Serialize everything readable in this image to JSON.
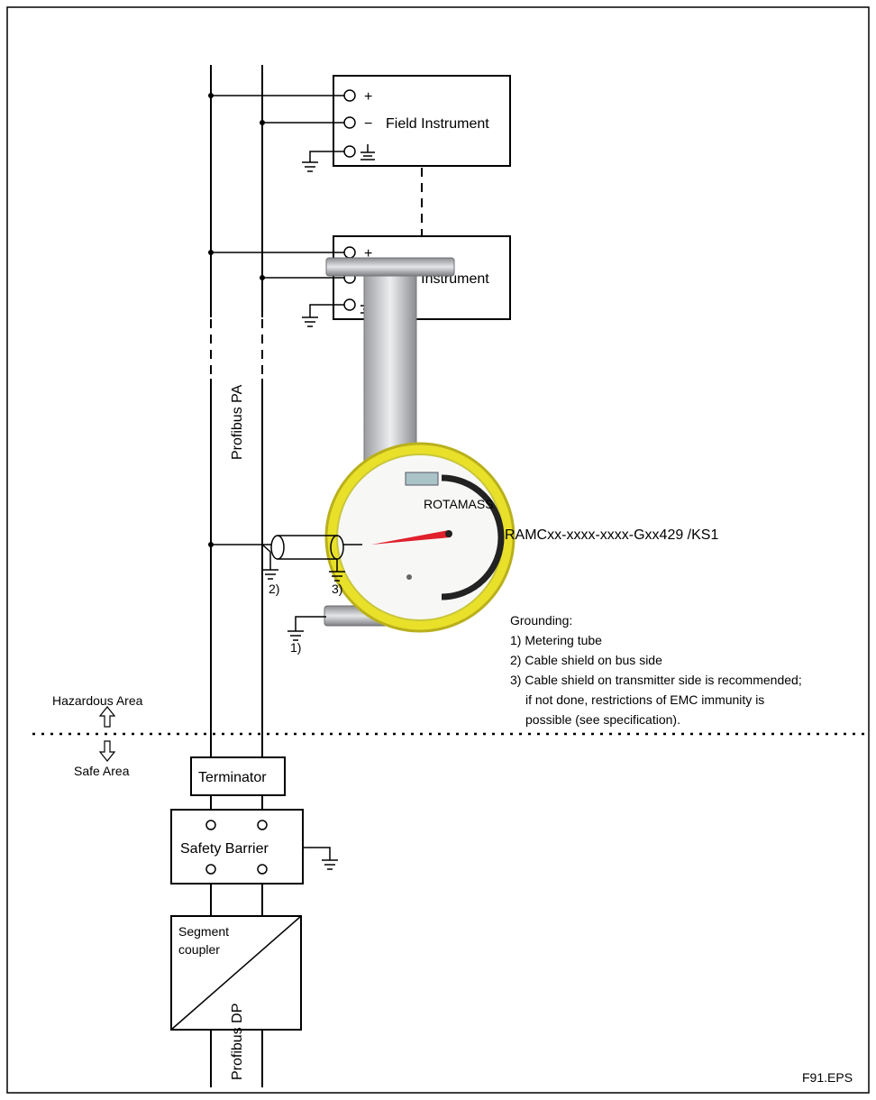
{
  "field_instrument_1": {
    "label": "Field Instrument",
    "plus": "+",
    "minus": "−"
  },
  "field_instrument_2": {
    "label": "Field Instrument",
    "plus": "+",
    "minus": "−"
  },
  "bus_label": "Profibus PA",
  "meter_model": "RAMCxx-xxxx-xxxx-Gxx429 /KS1",
  "ground_markers": {
    "g1": "1)",
    "g2": "2)",
    "g3": "3)"
  },
  "grounding": {
    "title": "Grounding:",
    "item1": "1) Metering tube",
    "item2": "2) Cable shield on bus side",
    "item3_line1": "3) Cable shield on transmitter side is recommended;",
    "item3_line2": "if not done, restrictions of EMC immunity is",
    "item3_line3": "possible (see specification)."
  },
  "hazardous_area": "Hazardous Area",
  "safe_area": "Safe Area",
  "terminator": "Terminator",
  "safety_barrier": "Safety Barrier",
  "segment_coupler": {
    "line1": "Segment",
    "line2": "coupler"
  },
  "dp_label": "Profibus DP",
  "figure_id": "F91.EPS"
}
